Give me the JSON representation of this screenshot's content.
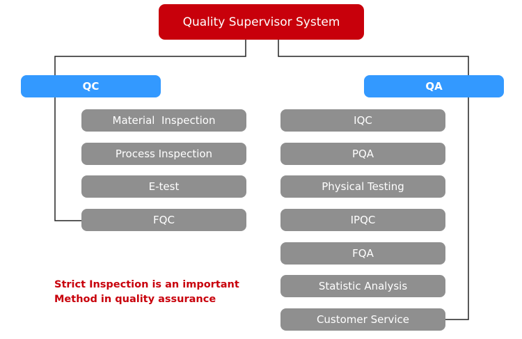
{
  "root": {
    "label": "Quality Supervisor System"
  },
  "branches": {
    "qc": {
      "label": "QC",
      "items": [
        "Material  Inspection",
        "Process Inspection",
        "E-test",
        "FQC"
      ]
    },
    "qa": {
      "label": "QA",
      "items": [
        "IQC",
        "PQA",
        "Physical Testing",
        "IPQC",
        "FQA",
        "Statistic Analysis",
        "Customer Service"
      ]
    }
  },
  "note": {
    "line1": "Strict Inspection is an important",
    "line2": "Method in quality assurance"
  },
  "colors": {
    "root": "#c8000b",
    "branch": "#3399ff",
    "item": "#8f8f8f",
    "lines": "#222222",
    "note": "#c8000b"
  }
}
